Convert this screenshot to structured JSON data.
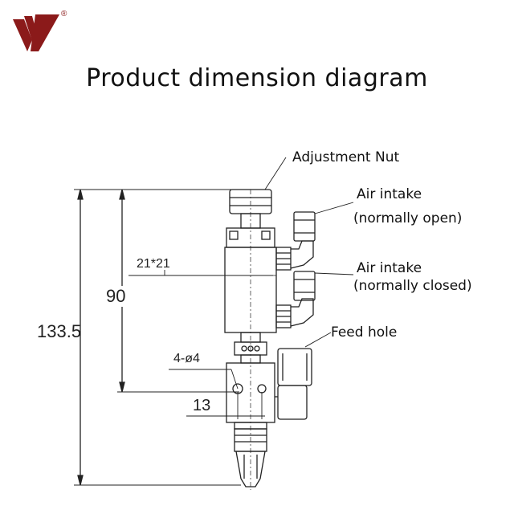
{
  "title": "Product dimension diagram",
  "logo": {
    "mark": "®",
    "color": "#8B1A1A"
  },
  "callouts": {
    "adjustment_nut": "Adjustment Nut",
    "air_intake_open_1": "Air intake",
    "air_intake_open_2": "(normally open)",
    "air_intake_closed_1": "Air intake",
    "air_intake_closed_2": "(normally closed)",
    "feed_hole": "Feed hole"
  },
  "dimensions": {
    "overall_height": "133.5",
    "body_height": "90",
    "body_section": "21*21",
    "mount_holes": "4-ø4",
    "hole_spacing": "13"
  }
}
